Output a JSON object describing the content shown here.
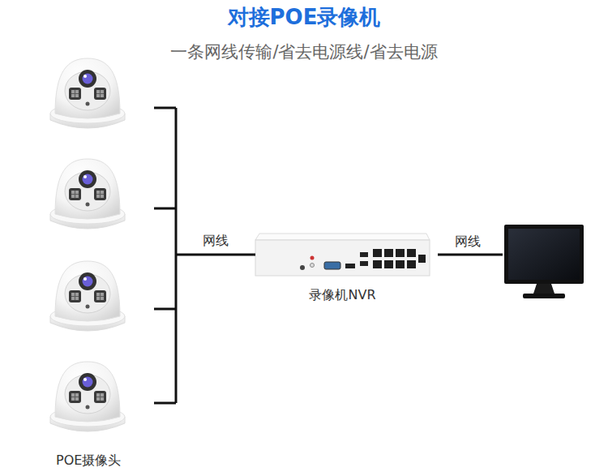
{
  "diagram": {
    "title": "对接POE录像机",
    "nodes": [
      {
        "text": [
          "POE摄像头"
        ]
      },
      {
        "text": [
          "录像机NVR"
        ]
      }
    ],
    "edges": [
      {
        "from": 0,
        "to": 1,
        "arrow": "none",
        "label": "网线"
      }
    ],
    "labels": [
      "一条网线传输/省去电源线/省去电源",
      "网线"
    ]
  }
}
